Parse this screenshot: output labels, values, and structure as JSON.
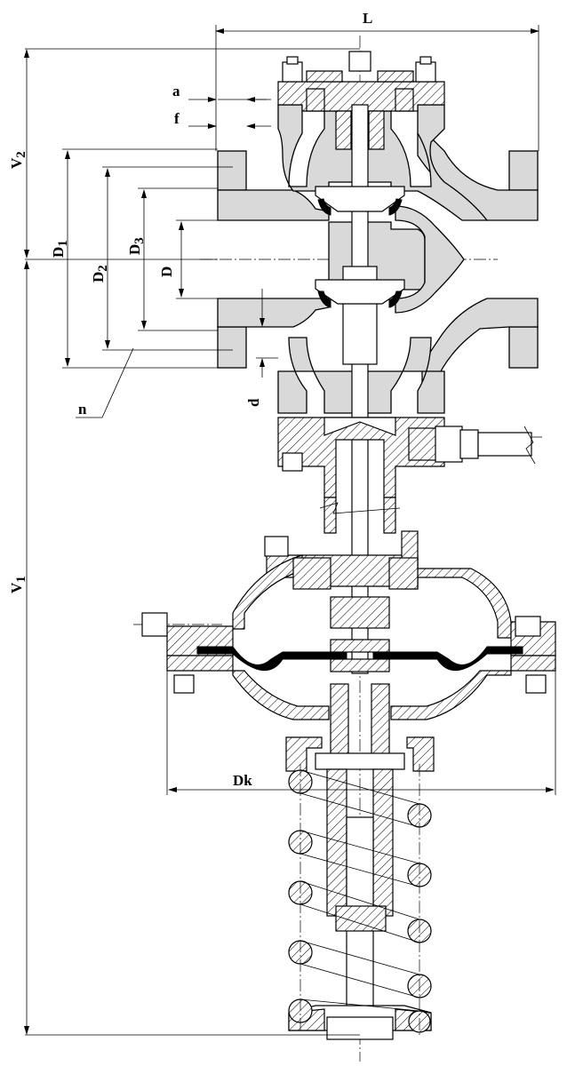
{
  "dimension_labels": {
    "L": "L",
    "a": "a",
    "f": "f",
    "V2": "V",
    "V2_sub": "2",
    "V1": "V",
    "V1_sub": "1",
    "D1": "D",
    "D1_sub": "1",
    "D2": "D",
    "D2_sub": "2",
    "D3": "D",
    "D3_sub": "3",
    "D": "D",
    "n": "n",
    "d": "d",
    "Dk": "Dk"
  }
}
